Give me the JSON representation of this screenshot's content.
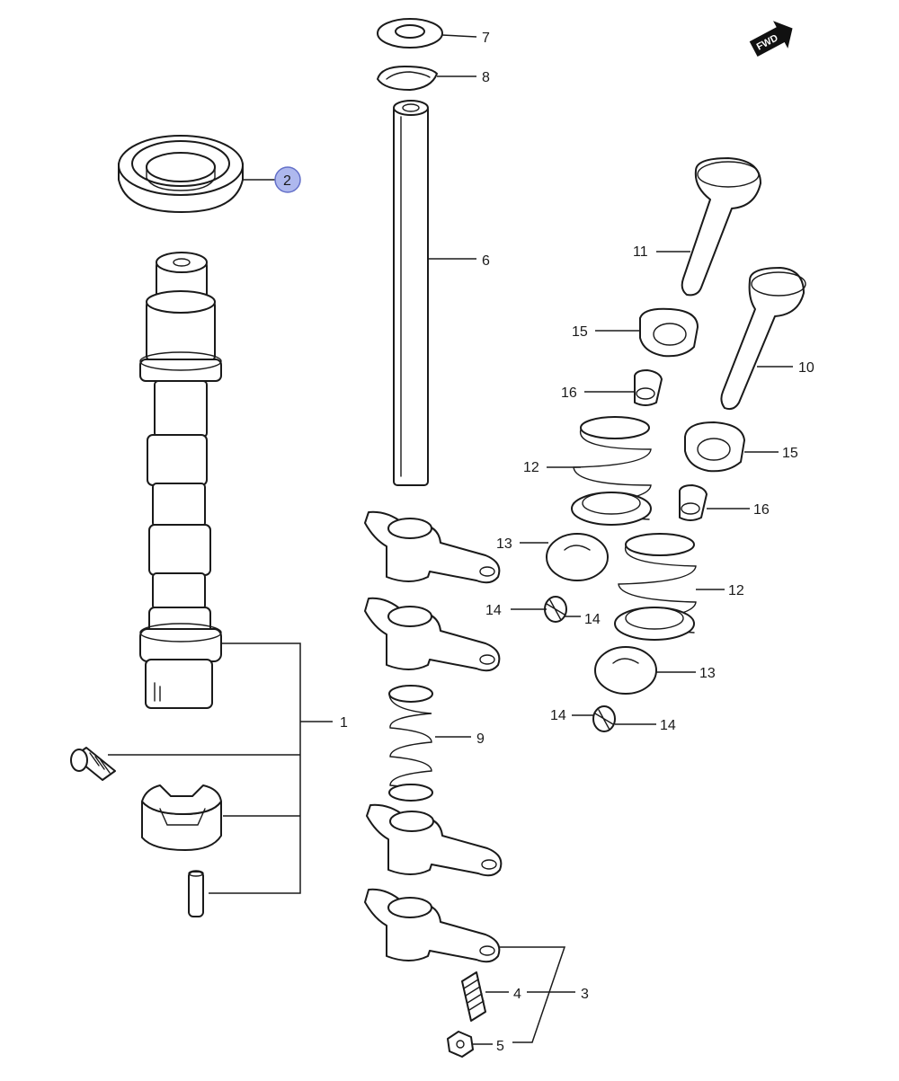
{
  "diagram": {
    "highlight_color": "#aeb8ee",
    "highlighted_part": "2",
    "direction_badge": "FWD",
    "callouts": [
      {
        "id": "c1",
        "label": "1"
      },
      {
        "id": "c2",
        "label": "2"
      },
      {
        "id": "c3",
        "label": "3"
      },
      {
        "id": "c4",
        "label": "4"
      },
      {
        "id": "c5",
        "label": "5"
      },
      {
        "id": "c6",
        "label": "6"
      },
      {
        "id": "c7",
        "label": "7"
      },
      {
        "id": "c8",
        "label": "8"
      },
      {
        "id": "c9",
        "label": "9"
      },
      {
        "id": "c10",
        "label": "10"
      },
      {
        "id": "c11",
        "label": "11"
      },
      {
        "id": "c12a",
        "label": "12"
      },
      {
        "id": "c12b",
        "label": "12"
      },
      {
        "id": "c13a",
        "label": "13"
      },
      {
        "id": "c13b",
        "label": "13"
      },
      {
        "id": "c14a",
        "label": "14"
      },
      {
        "id": "c14b",
        "label": "14"
      },
      {
        "id": "c14c",
        "label": "14"
      },
      {
        "id": "c14d",
        "label": "14"
      },
      {
        "id": "c15a",
        "label": "15"
      },
      {
        "id": "c15b",
        "label": "15"
      },
      {
        "id": "c16a",
        "label": "16"
      },
      {
        "id": "c16b",
        "label": "16"
      }
    ]
  }
}
